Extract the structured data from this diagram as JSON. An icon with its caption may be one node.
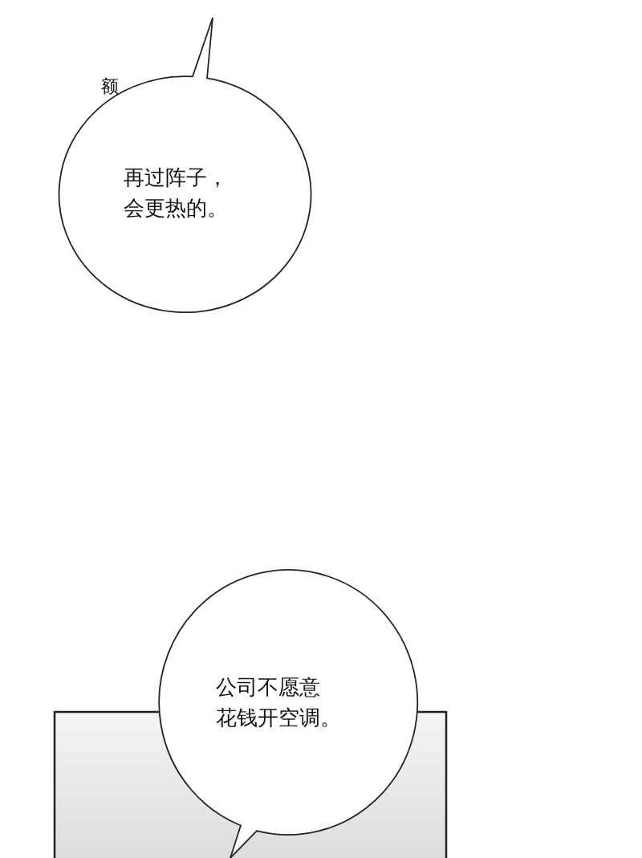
{
  "diagram": {
    "nodes": [
      {
        "text": [
          "再过阵子，会更热的。"
        ]
      },
      {
        "text": [
          "公司不愿意花钱开空调。"
        ]
      }
    ],
    "labels": [
      "额"
    ]
  }
}
